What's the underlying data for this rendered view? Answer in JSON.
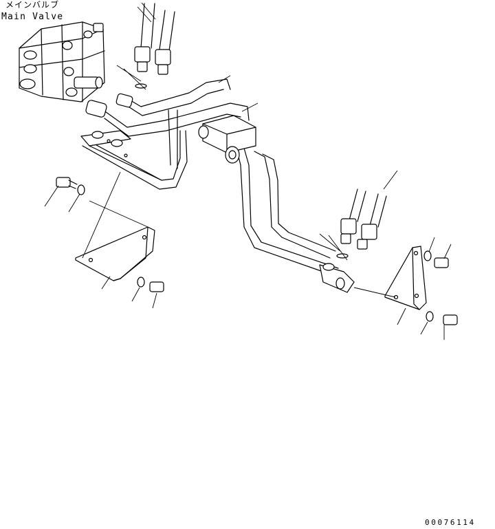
{
  "labels": {
    "main_valve_jp": "メインバルブ",
    "main_valve_en": "Main Valve"
  },
  "document_number": "00076114"
}
